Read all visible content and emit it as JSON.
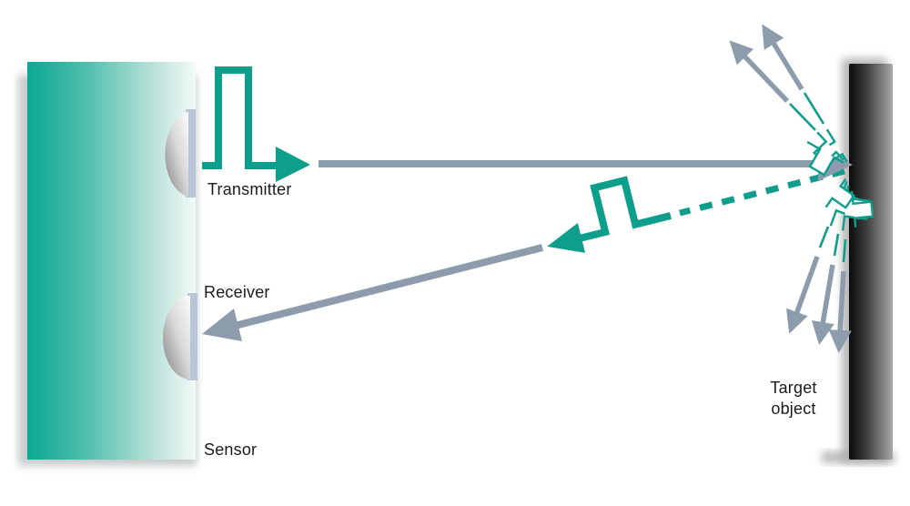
{
  "labels": {
    "transmitter": "Transmitter",
    "receiver": "Receiver",
    "sensor": "Sensor",
    "target_object_line1": "Target",
    "target_object_line2": "object"
  },
  "colors": {
    "signal_teal": "#0E9E8C",
    "sensor_teal": "#0BA893",
    "beam_gray": "#8C9CAD",
    "lens_strip_blue": "#B8C6D8",
    "target_dark": "#0B0B0B",
    "target_gray": "#9E9E9E",
    "label_text": "#1B1B1B",
    "background": "#FFFFFF"
  }
}
